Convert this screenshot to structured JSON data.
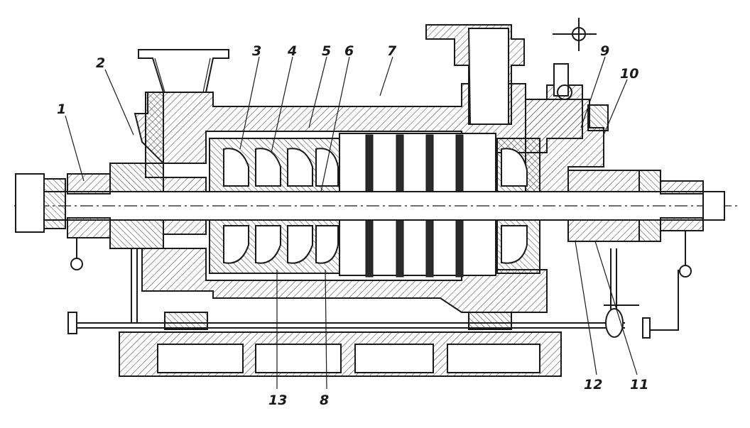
{
  "diagram": {
    "part_labels": [
      "1",
      "2",
      "3",
      "4",
      "5",
      "6",
      "7",
      "8",
      "9",
      "10",
      "11",
      "12",
      "13"
    ]
  },
  "colors": {
    "ink": "#1a1a1a",
    "paper": "#ffffff"
  }
}
